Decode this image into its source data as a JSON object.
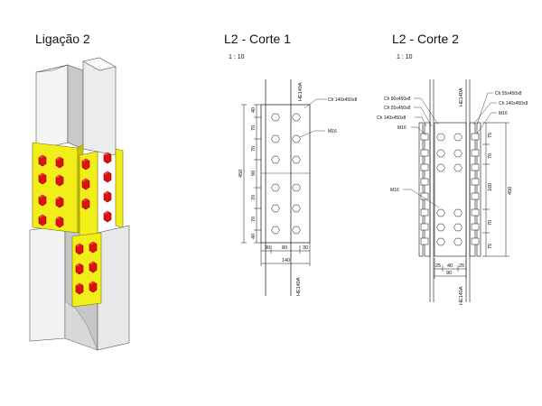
{
  "titles": {
    "view3d": "Ligação 2",
    "corte1": "L2 - Corte 1",
    "corte2": "L2 - Corte 2"
  },
  "scales": {
    "corte1": "1 : 10",
    "corte2": "1 : 10"
  },
  "corte1": {
    "profile_top": "HE140A",
    "profile_bottom": "HE140A",
    "plate_label": "Ch 140x450x8",
    "bolt_label": "M16",
    "vertical_dims": [
      "40",
      "70",
      "70",
      "90",
      "70",
      "70",
      "40"
    ],
    "overall_height": "450",
    "horizontal_dims": [
      "30",
      "80",
      "30"
    ],
    "overall_width": "140"
  },
  "corte2": {
    "profile_top": "HE140A",
    "profile_bottom": "HE140A",
    "labels_left": [
      "Ch 90x450x8",
      "Ch 55x450x8",
      "Ch 140x450x8",
      "M16"
    ],
    "labels_right": [
      "Ch 55x450x8",
      "Ch 140x450x8",
      "M16"
    ],
    "bolt_label_lower": "M16",
    "vertical_dims": [
      "75",
      "70",
      "160",
      "70",
      "75"
    ],
    "overall_height": "450",
    "horizontal_dims": [
      "25",
      "40",
      "25"
    ],
    "overall_width": "90"
  },
  "colors": {
    "plate": "#f2ee1a",
    "bolt": "#e01010",
    "steel": "#ededed",
    "line": "#111111"
  }
}
